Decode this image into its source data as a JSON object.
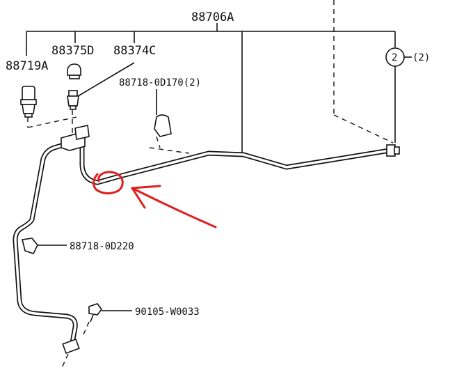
{
  "labels": {
    "assembly": "88706A",
    "switch_left": "88719A",
    "cap": "88375D",
    "valve_core": "88374C",
    "clamp_top": "88718-0D170(2)",
    "clamp_bottom": "88718-0D220",
    "bolt": "90105-W0033",
    "ref_circle": "2",
    "ref_qty": "(2)"
  },
  "annotation": {
    "color": "#e01e1e",
    "marks": [
      "circle",
      "arrow"
    ]
  }
}
